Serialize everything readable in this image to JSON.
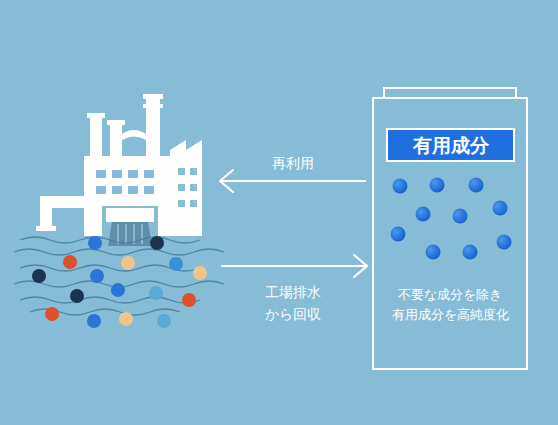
{
  "diagram": {
    "nodes": [
      {
        "text": [
          "不要な成分を除き 有用成分を高純度化"
        ]
      },
      {
        "text": [
          "有用成分"
        ],
        "in": 0
      }
    ],
    "labels": [
      "再利用",
      "工場排水 から回収"
    ]
  }
}
